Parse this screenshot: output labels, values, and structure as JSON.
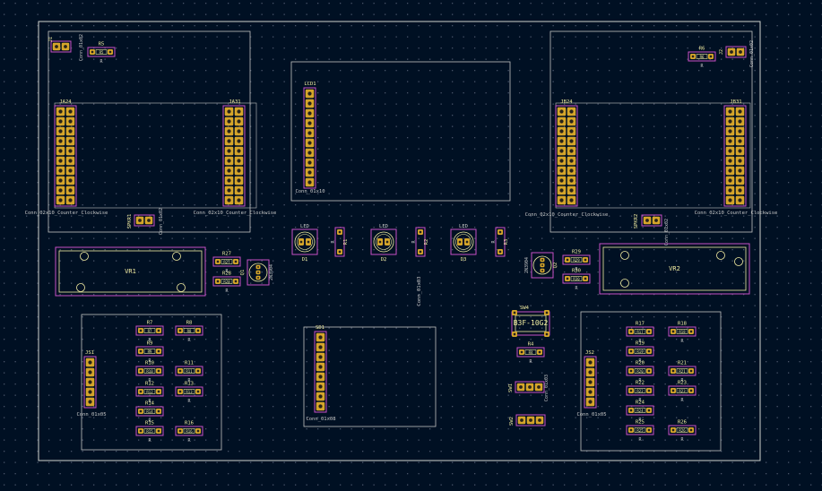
{
  "colors": {
    "background": "#001023",
    "grid": "#485468",
    "edge": "#d0d2cd",
    "courtyard": "#c2c2c2",
    "fab": "#c94fc6",
    "pad": "#d5a52a",
    "drill": "#28241a",
    "silk": "#f2eda1",
    "label": "#c8c8c8"
  },
  "components": {
    "J1": {
      "ref": "J1",
      "value": "Conn_01x02"
    },
    "J2": {
      "ref": "J2",
      "value": "Conn_01x02"
    },
    "JA24": {
      "ref": "JA24",
      "value": "Conn_02x10_Counter_Clockwise"
    },
    "JA31": {
      "ref": "JA31",
      "value": "Conn_02x10_Counter_Clockwise"
    },
    "JB24": {
      "ref": "JB24",
      "value": "Conn_02x10_Counter_Clockwise"
    },
    "JB31": {
      "ref": "JB31",
      "value": "Conn_02x10_Counter_Clockwise"
    },
    "LCD1": {
      "ref": "LCD1",
      "value": "Conn_01x10"
    },
    "SPKR1": {
      "ref": "SPKR1",
      "value": "Conn_01x02"
    },
    "SPKR2": {
      "ref": "SPKR2",
      "value": "Conn_01x02"
    },
    "VR1": {
      "ref": "VR1"
    },
    "VR2": {
      "ref": "VR2"
    },
    "Q1": {
      "ref": "Q1",
      "value": "2N3904"
    },
    "Q2": {
      "ref": "Q2",
      "value": "2N3904"
    },
    "LED_value": "LED",
    "LEDs": [
      {
        "ref": "D1"
      },
      {
        "ref": "D2"
      },
      {
        "ref": "D3"
      }
    ],
    "ledres": [
      {
        "ref": "R1"
      },
      {
        "ref": "R2"
      },
      {
        "ref": "R3"
      }
    ],
    "JS1": {
      "ref": "JS1",
      "value": "Conn_01x05"
    },
    "JS2": {
      "ref": "JS2",
      "value": "Conn_01x05"
    },
    "SD1": {
      "ref": "SD1",
      "value": "Conn_01x08"
    },
    "SW4": {
      "ref": "SW4",
      "value": "B3F-10G2"
    },
    "SW1": {
      "ref": "SW1",
      "value": "Conn_01x03"
    },
    "SW2": {
      "ref": "SW2"
    },
    "center_value": "Conn_01x03",
    "resistor_value": "R",
    "resistors": [
      {
        "ref": "R5"
      },
      {
        "ref": "R6"
      },
      {
        "ref": "R27"
      },
      {
        "ref": "R28"
      },
      {
        "ref": "R29"
      },
      {
        "ref": "R30"
      },
      {
        "ref": "R4"
      },
      {
        "ref": "R7"
      },
      {
        "ref": "R8"
      },
      {
        "ref": "R9"
      },
      {
        "ref": "R10"
      },
      {
        "ref": "R11"
      },
      {
        "ref": "R12"
      },
      {
        "ref": "R13"
      },
      {
        "ref": "R14"
      },
      {
        "ref": "R15"
      },
      {
        "ref": "R16"
      },
      {
        "ref": "R17"
      },
      {
        "ref": "R18"
      },
      {
        "ref": "R19"
      },
      {
        "ref": "R20"
      },
      {
        "ref": "R21"
      },
      {
        "ref": "R22"
      },
      {
        "ref": "R23"
      },
      {
        "ref": "R24"
      },
      {
        "ref": "R25"
      },
      {
        "ref": "R26"
      }
    ]
  }
}
